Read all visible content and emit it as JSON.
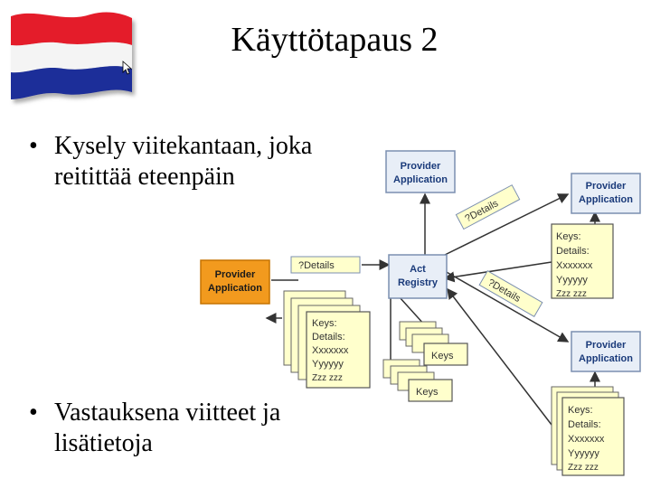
{
  "title": "Käyttötapaus 2",
  "bullets": [
    {
      "marker": "•",
      "text": "Kysely viitekantaan, joka reitittää eteenpäin"
    },
    {
      "marker": "•",
      "text": "Vastauksena viitteet ja lisätietoja"
    }
  ],
  "diagram": {
    "provider_top": "Provider Application",
    "provider_right1": "Provider Application",
    "provider_right2": "Provider Application",
    "provider_orange": "Provider Application",
    "registry": "Act Registry",
    "query_label": "?Details",
    "query_right": "?Details",
    "query_top": "?Details",
    "keys": "Keys:",
    "details": "Details:",
    "x_line": "Xxxxxxx",
    "y_line": "Yyyyyy",
    "z_line": "Zzz zzz",
    "key_small": "Keys"
  },
  "colors": {
    "provider_fill": "#e8eef7",
    "provider_border": "#7b8fb0",
    "orange_fill": "#f29a1e",
    "note_fill": "#ffffcc",
    "arrow": "#333333",
    "flag_red": "#e41d2b",
    "flag_blue": "#1c2f99"
  }
}
